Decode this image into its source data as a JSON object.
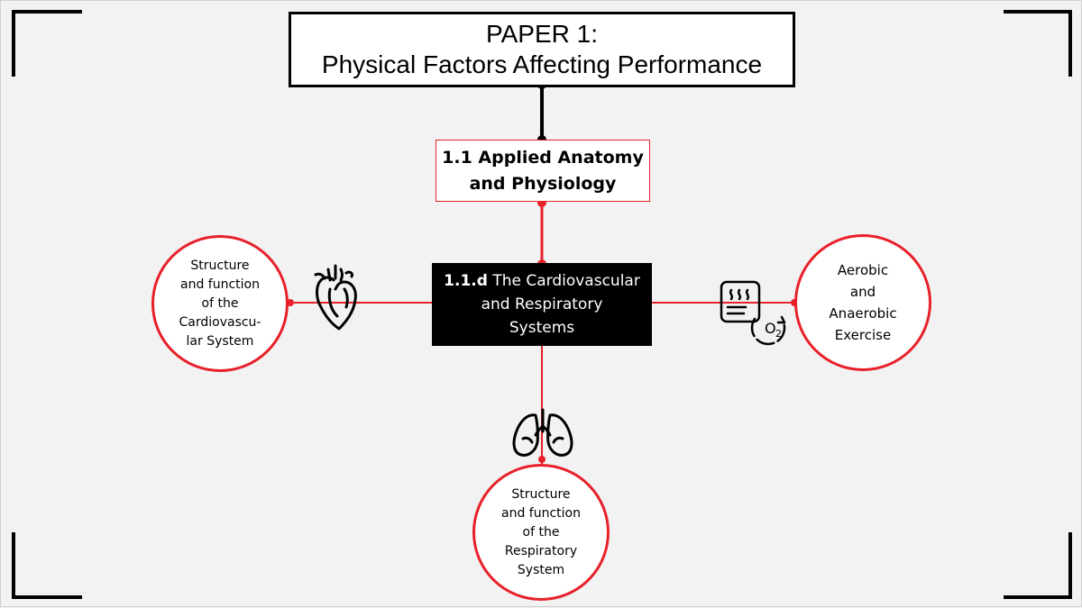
{
  "title": {
    "line1": "PAPER 1:",
    "line2": "Physical Factors Affecting Performance"
  },
  "topic": {
    "line1": "1.1 Applied Anatomy",
    "line2": "and Physiology"
  },
  "subtopic": {
    "code": "1.1.d",
    "line1_rest": " The Cardiovascular",
    "line2": "and Respiratory",
    "line3": "Systems"
  },
  "branches": {
    "left": {
      "lines": [
        "Structure",
        "and function",
        "of the",
        "Cardiovascu-",
        "lar System"
      ]
    },
    "right": {
      "lines": [
        "Aerobic",
        "and",
        "Anaerobic",
        "Exercise"
      ]
    },
    "bottom": {
      "lines": [
        "Structure",
        "and function",
        "of the",
        "Respiratory",
        "System"
      ]
    }
  },
  "icons": {
    "left": "heart-icon",
    "right": "oxygen-breath-icon",
    "bottom": "lungs-icon"
  },
  "colors": {
    "accent": "#e8202a",
    "background": "#f2f2f2",
    "dark": "#000000",
    "box": "#ffffff"
  }
}
